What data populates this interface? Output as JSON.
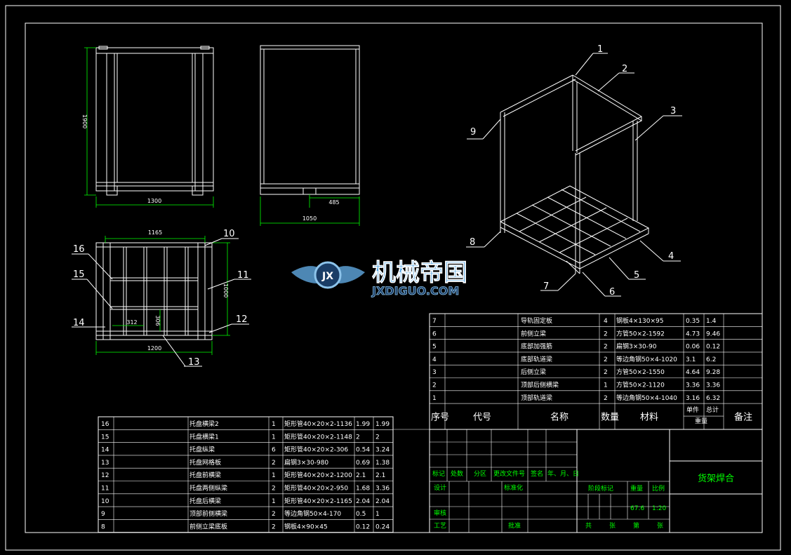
{
  "watermark": {
    "cn": "机械帝国",
    "en": "JXDIGUO.COM",
    "logo_text": "JX"
  },
  "drawing_title": "货架焊合",
  "mass": "67.6",
  "scale": "1:20",
  "dims": {
    "front_height": "1900",
    "front_width": "1300",
    "side_width": "1050",
    "side_partial": "485",
    "plan_top": "1165",
    "plan_bottom": "1200",
    "plan_side": "1000",
    "plan_inner_a": "312",
    "plan_inner_b": "306"
  },
  "balloons": [
    "1",
    "2",
    "3",
    "4",
    "5",
    "6",
    "7",
    "8",
    "9",
    "10",
    "11",
    "12",
    "13",
    "14",
    "15",
    "16"
  ],
  "bom_upper": [
    {
      "no": "7",
      "name": "导轨固定板",
      "qty": "4",
      "material": "钢板4×130×95",
      "unit": "0.35",
      "total": "1.4"
    },
    {
      "no": "6",
      "name": "前侧立梁",
      "qty": "2",
      "material": "方管50×2-1592",
      "unit": "4.73",
      "total": "9.46"
    },
    {
      "no": "5",
      "name": "底部加强筋",
      "qty": "2",
      "material": "扁钢3×30-90",
      "unit": "0.06",
      "total": "0.12"
    },
    {
      "no": "4",
      "name": "底部轨道梁",
      "qty": "2",
      "material": "等边角钢50×4-1020",
      "unit": "3.1",
      "total": "6.2"
    },
    {
      "no": "3",
      "name": "后侧立梁",
      "qty": "2",
      "material": "方管50×2-1550",
      "unit": "4.64",
      "total": "9.28"
    },
    {
      "no": "2",
      "name": "顶部后侧横梁",
      "qty": "1",
      "material": "方管50×2-1120",
      "unit": "3.36",
      "total": "3.36"
    },
    {
      "no": "1",
      "name": "顶部轨道梁",
      "qty": "2",
      "material": "等边角钢50×4-1040",
      "unit": "3.16",
      "total": "6.32"
    }
  ],
  "bom_lower": [
    {
      "no": "16",
      "name": "托盘横梁2",
      "qty": "1",
      "material": "矩形管40×20×2-1136",
      "unit": "1.99",
      "total": "1.99"
    },
    {
      "no": "15",
      "name": "托盘横梁1",
      "qty": "1",
      "material": "矩形管40×20×2-1148",
      "unit": "2",
      "total": "2"
    },
    {
      "no": "14",
      "name": "托盘纵梁",
      "qty": "6",
      "material": "矩形管40×20×2-306",
      "unit": "0.54",
      "total": "3.24"
    },
    {
      "no": "13",
      "name": "托盘网格板",
      "qty": "2",
      "material": "扁钢3×30-980",
      "unit": "0.69",
      "total": "1.38"
    },
    {
      "no": "12",
      "name": "托盘前横梁",
      "qty": "1",
      "material": "矩形管40×20×2-1200",
      "unit": "2.1",
      "total": "2.1"
    },
    {
      "no": "11",
      "name": "托盘两侧纵梁",
      "qty": "2",
      "material": "矩形管40×20×2-950",
      "unit": "1.68",
      "total": "3.36"
    },
    {
      "no": "10",
      "name": "托盘后横梁",
      "qty": "1",
      "material": "矩形管40×20×2-1165",
      "unit": "2.04",
      "total": "2.04"
    },
    {
      "no": "9",
      "name": "顶部前侧横梁",
      "qty": "2",
      "material": "等边角钢50×4-170",
      "unit": "0.5",
      "total": "1"
    },
    {
      "no": "8",
      "name": "前侧立梁底板",
      "qty": "2",
      "material": "钢板4×90×45",
      "unit": "0.12",
      "total": "0.24"
    }
  ],
  "bom_header": {
    "no": "序号",
    "code": "代号",
    "name": "名称",
    "qty": "数量",
    "material": "材料",
    "unit": "单件",
    "total": "总计",
    "weight": "重量",
    "remark": "备注"
  },
  "title_block": {
    "mark": "标记",
    "count": "处数",
    "zone": "分区",
    "doc": "更改文件号",
    "sign": "签名",
    "date": "年、月、日",
    "design": "设计",
    "standard": "标准化",
    "stage": "阶段标记",
    "weight": "重量",
    "ratio": "比例",
    "review": "审核",
    "process": "工艺",
    "approve": "批准",
    "sheets": [
      "共",
      "张",
      "第",
      "张"
    ]
  }
}
